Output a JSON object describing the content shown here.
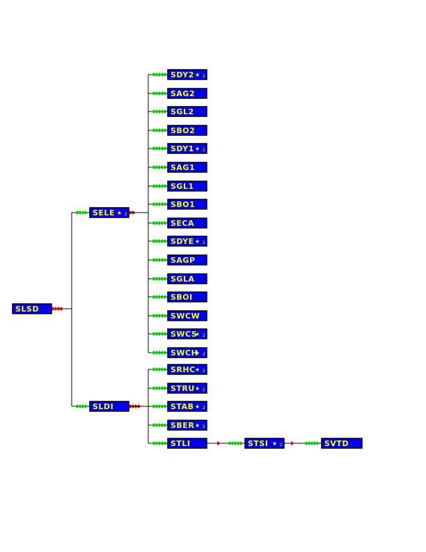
{
  "colors": {
    "box_fill": "#0000ee",
    "box_border": "#000000",
    "label": "#ffff00",
    "line": "#000000",
    "arrow_green": "#00cc00",
    "arrow_red": "#dd0000"
  },
  "nodes": {
    "slsd": {
      "label": "SLSD",
      "star": false
    },
    "sele": {
      "label": "SELE",
      "star": true,
      "sub": "2"
    },
    "sldi": {
      "label": "SLDI",
      "star": false
    },
    "stli": {
      "label": "STLI",
      "star": false
    },
    "stsi": {
      "label": "STSI",
      "star": true,
      "sub": "2"
    },
    "svtd": {
      "label": "SVTD",
      "star": false
    }
  },
  "sele_children": [
    {
      "label": "SDY2",
      "star": true,
      "sub": "2"
    },
    {
      "label": "SAG2",
      "star": false
    },
    {
      "label": "SGL2",
      "star": false
    },
    {
      "label": "SBO2",
      "star": false
    },
    {
      "label": "SDY1",
      "star": true,
      "sub": "2"
    },
    {
      "label": "SAG1",
      "star": false
    },
    {
      "label": "SGL1",
      "star": false
    },
    {
      "label": "SBO1",
      "star": false
    },
    {
      "label": "SECA",
      "star": false
    },
    {
      "label": "SDYE",
      "star": true,
      "sub": "2"
    },
    {
      "label": "SAGP",
      "star": false
    },
    {
      "label": "SGLA",
      "star": false
    },
    {
      "label": "SBOI",
      "star": false
    },
    {
      "label": "SWCW",
      "star": false
    },
    {
      "label": "SWCS",
      "star": true,
      "sub": "2"
    },
    {
      "label": "SWCH",
      "star": true,
      "sub": "2"
    }
  ],
  "sldi_children": [
    {
      "label": "SRHC",
      "star": true,
      "sub": "2"
    },
    {
      "label": "STRU",
      "star": true,
      "sub": "2"
    },
    {
      "label": "STAB",
      "star": true,
      "sub": "2"
    },
    {
      "label": "SBER",
      "star": true,
      "sub": "2"
    }
  ]
}
